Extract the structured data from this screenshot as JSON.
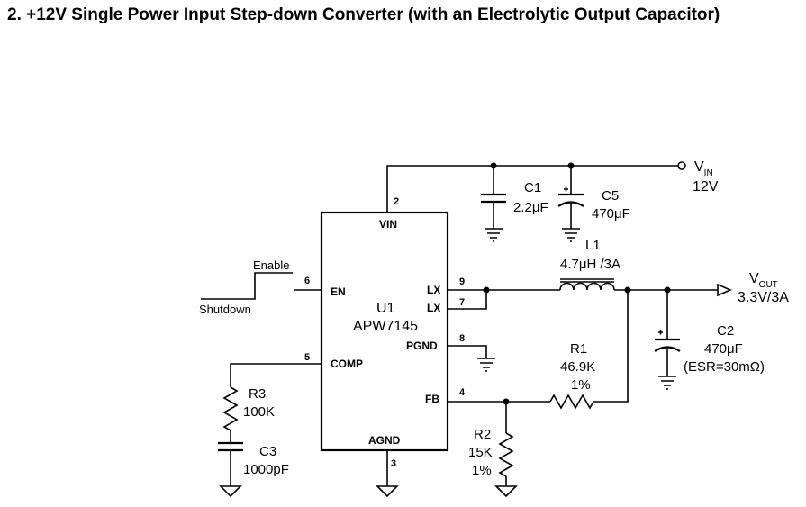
{
  "title": "2. +12V Single Power Input Step-down Converter (with an Electrolytic Output Capacitor)",
  "ic": {
    "ref": "U1",
    "part": "APW7145",
    "pins": {
      "vin": {
        "name": "VIN",
        "num": "2"
      },
      "en": {
        "name": "EN",
        "num": "6"
      },
      "lx1": {
        "name": "LX",
        "num": "9"
      },
      "lx2": {
        "name": "LX",
        "num": "7"
      },
      "pgnd": {
        "name": "PGND",
        "num": "8"
      },
      "comp": {
        "name": "COMP",
        "num": "5"
      },
      "fb": {
        "name": "FB",
        "num": "4"
      },
      "agnd": {
        "name": "AGND",
        "num": "3"
      }
    }
  },
  "enable_label": "Enable",
  "shutdown_label": "Shutdown",
  "vin": {
    "symbol": "V",
    "sub": "IN",
    "value": "12V"
  },
  "vout": {
    "symbol": "V",
    "sub": "OUT",
    "value": "3.3V/3A"
  },
  "components": {
    "c1": {
      "ref": "C1",
      "value": "2.2μF"
    },
    "c5": {
      "ref": "C5",
      "value": "470μF"
    },
    "l1": {
      "ref": "L1",
      "value": "4.7μH /3A"
    },
    "c2": {
      "ref": "C2",
      "value": "470μF",
      "note": "(ESR=30mΩ)"
    },
    "r1": {
      "ref": "R1",
      "value": "46.9K",
      "tol": "1%"
    },
    "r2": {
      "ref": "R2",
      "value": "15K",
      "tol": "1%"
    },
    "r3": {
      "ref": "R3",
      "value": "100K"
    },
    "c3": {
      "ref": "C3",
      "value": "1000pF"
    }
  }
}
